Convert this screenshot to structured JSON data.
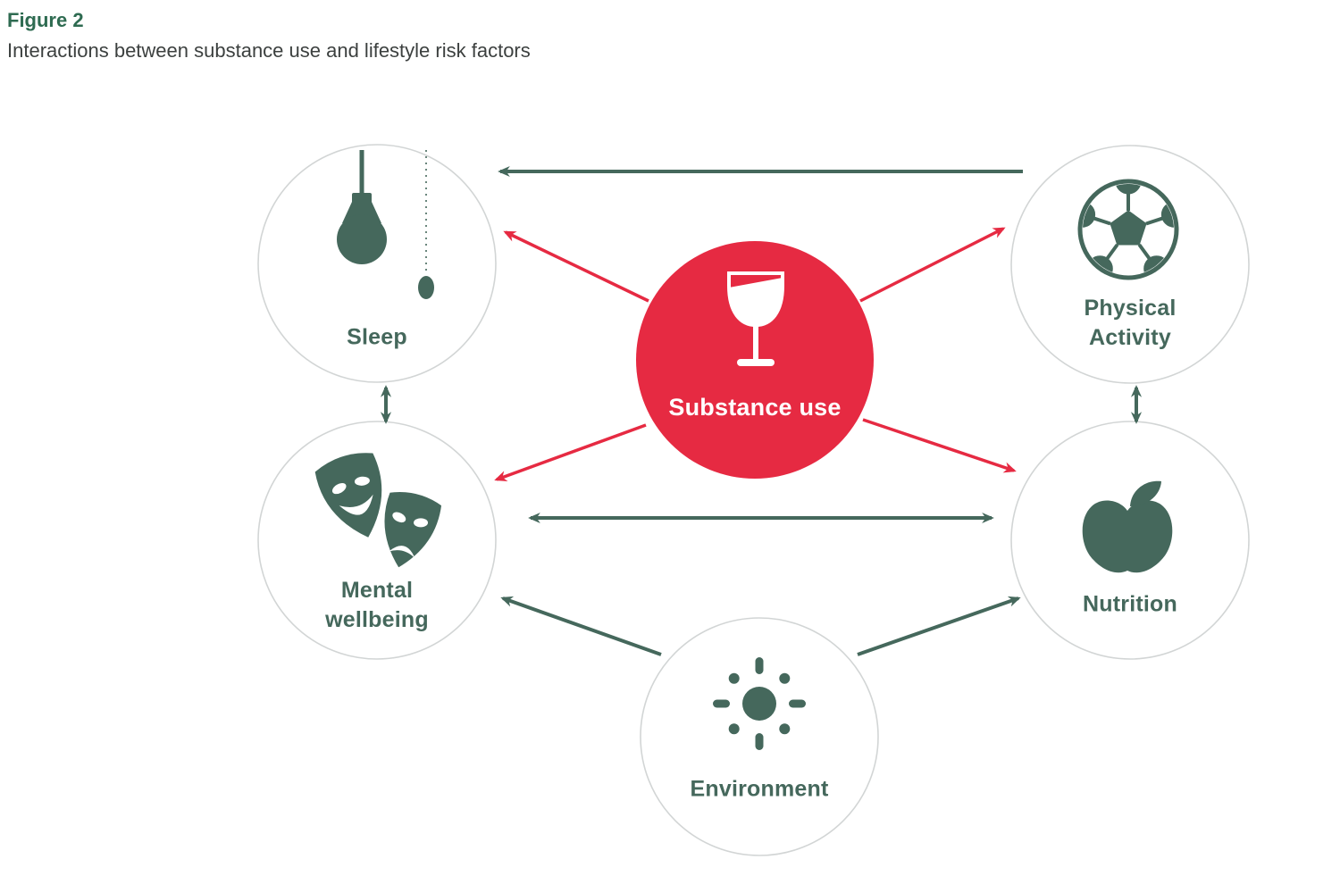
{
  "figure": {
    "label": "Figure 2",
    "title": "Interactions between substance use and lifestyle risk factors"
  },
  "colors": {
    "red": "#e62a42",
    "green": "#45685c",
    "title_green": "#2e6b51",
    "subtitle_text": "#3c403f",
    "circle_border": "#d2d5d5",
    "background": "#ffffff",
    "label_on_red": "#ffffff"
  },
  "nodes": {
    "substance_use": {
      "label": "Substance use",
      "icon": "wine-glass-icon"
    },
    "sleep": {
      "label": "Sleep",
      "icon": "pendant-lightbulb-icon"
    },
    "physical_activity": {
      "label": "Physical Activity",
      "icon": "soccer-ball-icon"
    },
    "mental_wellbeing": {
      "label": "Mental wellbeing",
      "icon": "theater-masks-icon"
    },
    "nutrition": {
      "label": "Nutrition",
      "icon": "apple-icon"
    },
    "environment": {
      "label": "Environment",
      "icon": "sun-icon"
    }
  },
  "edges": [
    {
      "from": "substance_use",
      "to": "sleep",
      "style": "red",
      "arrows": "one-way"
    },
    {
      "from": "substance_use",
      "to": "physical_activity",
      "style": "red",
      "arrows": "one-way"
    },
    {
      "from": "substance_use",
      "to": "mental_wellbeing",
      "style": "red",
      "arrows": "one-way"
    },
    {
      "from": "substance_use",
      "to": "nutrition",
      "style": "red",
      "arrows": "one-way"
    },
    {
      "from": "physical_activity",
      "to": "sleep",
      "style": "green",
      "arrows": "one-way"
    },
    {
      "from": "sleep",
      "to": "mental_wellbeing",
      "style": "green",
      "arrows": "two-way"
    },
    {
      "from": "physical_activity",
      "to": "nutrition",
      "style": "green",
      "arrows": "two-way"
    },
    {
      "from": "mental_wellbeing",
      "to": "nutrition",
      "style": "green",
      "arrows": "two-way"
    },
    {
      "from": "environment",
      "to": "mental_wellbeing",
      "style": "green",
      "arrows": "one-way"
    },
    {
      "from": "environment",
      "to": "nutrition",
      "style": "green",
      "arrows": "one-way"
    }
  ]
}
